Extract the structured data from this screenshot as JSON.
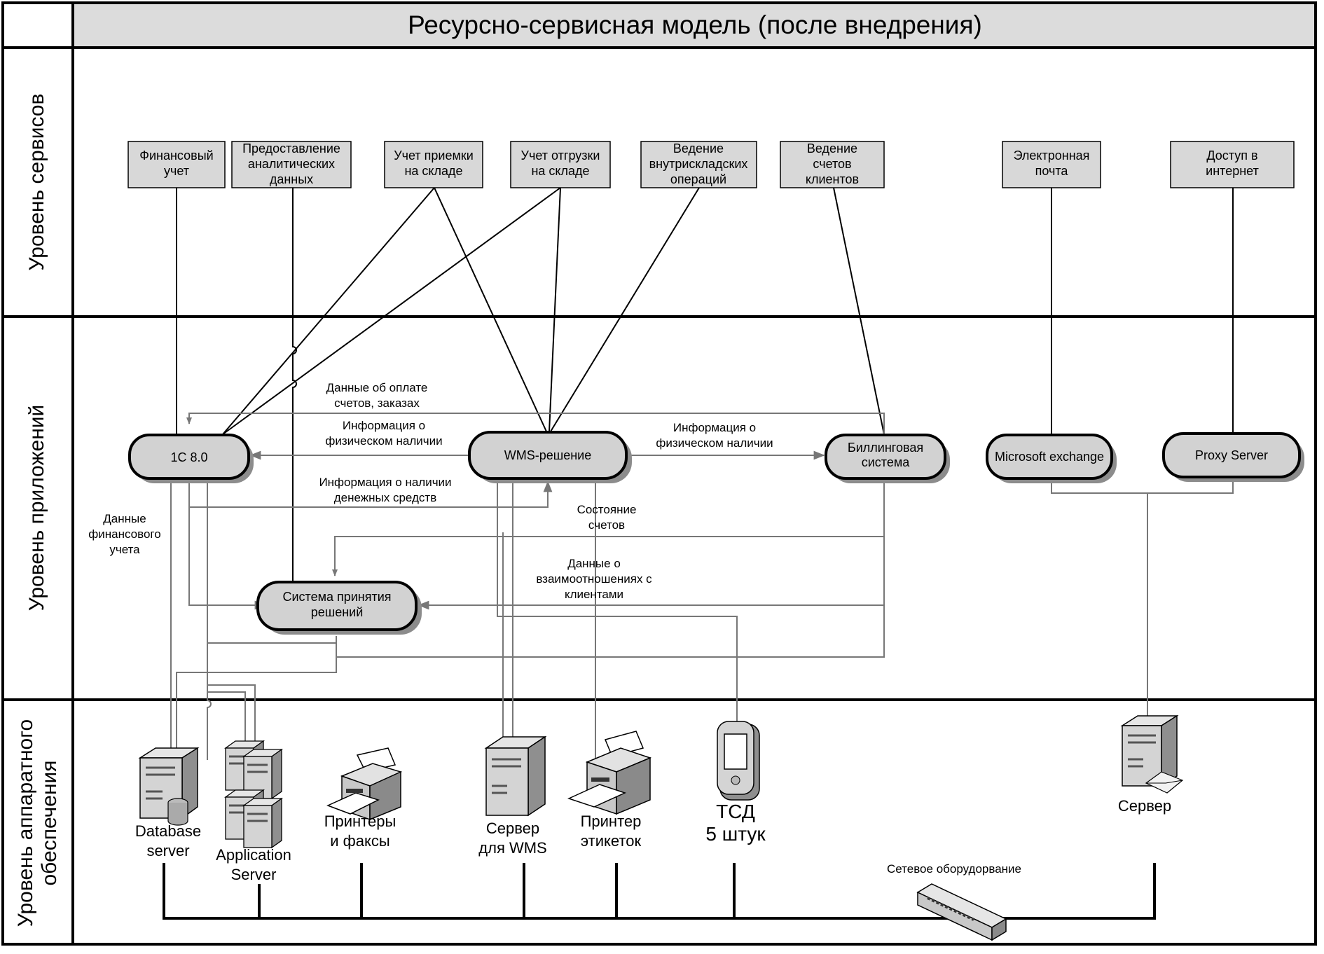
{
  "title": "Ресурсно-сервисная модель (после внедрения)",
  "lanes": {
    "services": "Уровень сервисов",
    "applications": "Уровень приложений",
    "hardware": [
      "Уровень аппаратного",
      "обеспечения"
    ]
  },
  "services": {
    "fin": [
      "Финансовый",
      "учет"
    ],
    "analytics": [
      "Предоставление",
      "аналитических",
      "данных"
    ],
    "receiving": [
      "Учет приемки",
      "на складе"
    ],
    "shipping": [
      "Учет отгрузки",
      "на складе"
    ],
    "intra": [
      "Ведение",
      "внутрискладских",
      "операций"
    ],
    "accounts": [
      "Ведение",
      "счетов",
      "клиентов"
    ],
    "email": [
      "Электронная",
      "почта"
    ],
    "internet": [
      "Доступ в",
      "интернет"
    ]
  },
  "apps": {
    "onec": "1С 8.0",
    "wms": "WMS-решение",
    "billing": [
      "Биллинговая",
      "система"
    ],
    "exchange": "Microsoft exchange",
    "proxy": "Proxy Server",
    "dss": [
      "Система принятия",
      "решений"
    ]
  },
  "flows": {
    "payment": [
      "Данные об оплате",
      "счетов, заказах"
    ],
    "stock_to_1c": [
      "Информация о",
      "физическом наличии"
    ],
    "stock_to_billing": [
      "Информация о",
      "физическом наличии"
    ],
    "cash": [
      "Информация о наличии",
      "денежных средств"
    ],
    "account_state": [
      "Состояние",
      "счетов"
    ],
    "relations": [
      "Данные о",
      "взаимоотношениях с",
      "клиентами"
    ],
    "fin_data": [
      "Данные",
      "финансового",
      "учета"
    ]
  },
  "hardware": {
    "db": [
      "Database",
      "server"
    ],
    "app_server": [
      "Application",
      "Server"
    ],
    "printers": [
      "Принтеры",
      "и факсы"
    ],
    "wms_server": [
      "Сервер",
      "для WMS"
    ],
    "label_printer": [
      "Принтер",
      "этикеток"
    ],
    "tsd": [
      "ТСД",
      "5 штук"
    ],
    "server": "Сервер",
    "network": "Сетевое оборудорвание"
  },
  "icons": {
    "db": "database-server-icon",
    "app_server": "application-server-icon",
    "printers": "printer-fax-icon",
    "wms_server": "server-tower-icon",
    "label_printer": "label-printer-icon",
    "tsd": "handheld-terminal-icon",
    "server": "mail-server-icon",
    "network": "network-switch-icon"
  },
  "colors": {
    "title_fill": "#dcdcdc",
    "service_fill": "#d8d8d8",
    "app_fill": "#d2d2d2",
    "app_shadow": "#8c8c8c",
    "gray_link": "#777777"
  }
}
